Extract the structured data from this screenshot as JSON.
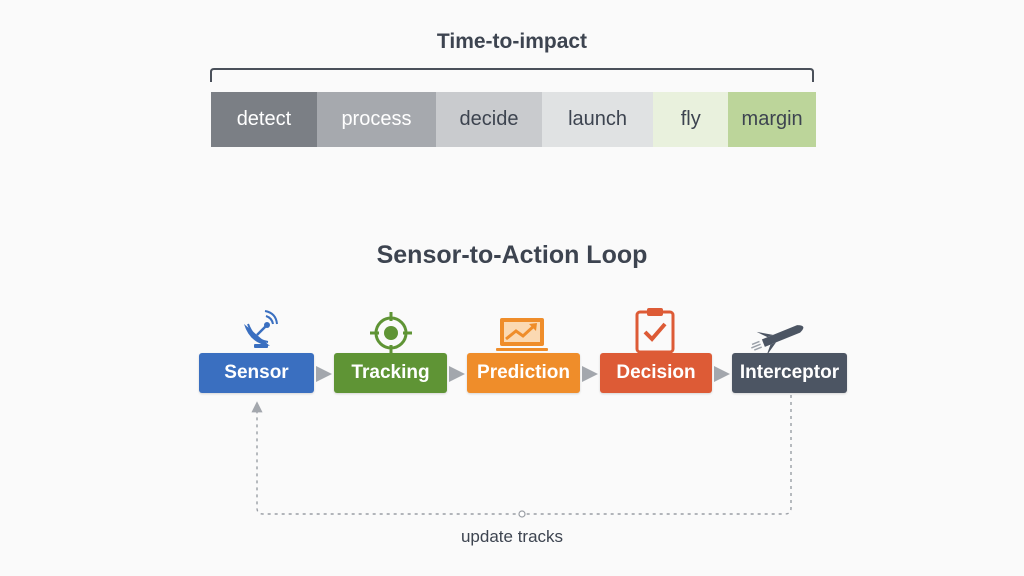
{
  "timeline": {
    "title": "Time-to-impact",
    "segments": [
      {
        "label": "detect",
        "share": 0.175,
        "bg": "#7b7f85",
        "fg": "#ffffff"
      },
      {
        "label": "process",
        "share": 0.197,
        "bg": "#a6a9ae",
        "fg": "#ffffff"
      },
      {
        "label": "decide",
        "share": 0.175,
        "bg": "#c9cbce",
        "fg": "#3d4450"
      },
      {
        "label": "launch",
        "share": 0.184,
        "bg": "#e0e2e3",
        "fg": "#3d4450"
      },
      {
        "label": "fly",
        "share": 0.124,
        "bg": "#e9f1dd",
        "fg": "#3d4450"
      },
      {
        "label": "margin",
        "share": 0.145,
        "bg": "#bcd59a",
        "fg": "#3d4450"
      }
    ]
  },
  "loop": {
    "title": "Sensor-to-Action Loop",
    "nodes": [
      {
        "label": "Sensor",
        "color": "#3a6fc0",
        "icon": "satellite-dish-icon"
      },
      {
        "label": "Tracking",
        "color": "#5f9435",
        "icon": "target-crosshair-icon"
      },
      {
        "label": "Prediction",
        "color": "#ef8d2a",
        "icon": "trend-chart-icon"
      },
      {
        "label": "Decision",
        "color": "#dd5b36",
        "icon": "checklist-clipboard-icon"
      },
      {
        "label": "Interceptor",
        "color": "#4c5563",
        "icon": "missile-icon"
      }
    ],
    "feedback_label": "update tracks"
  }
}
